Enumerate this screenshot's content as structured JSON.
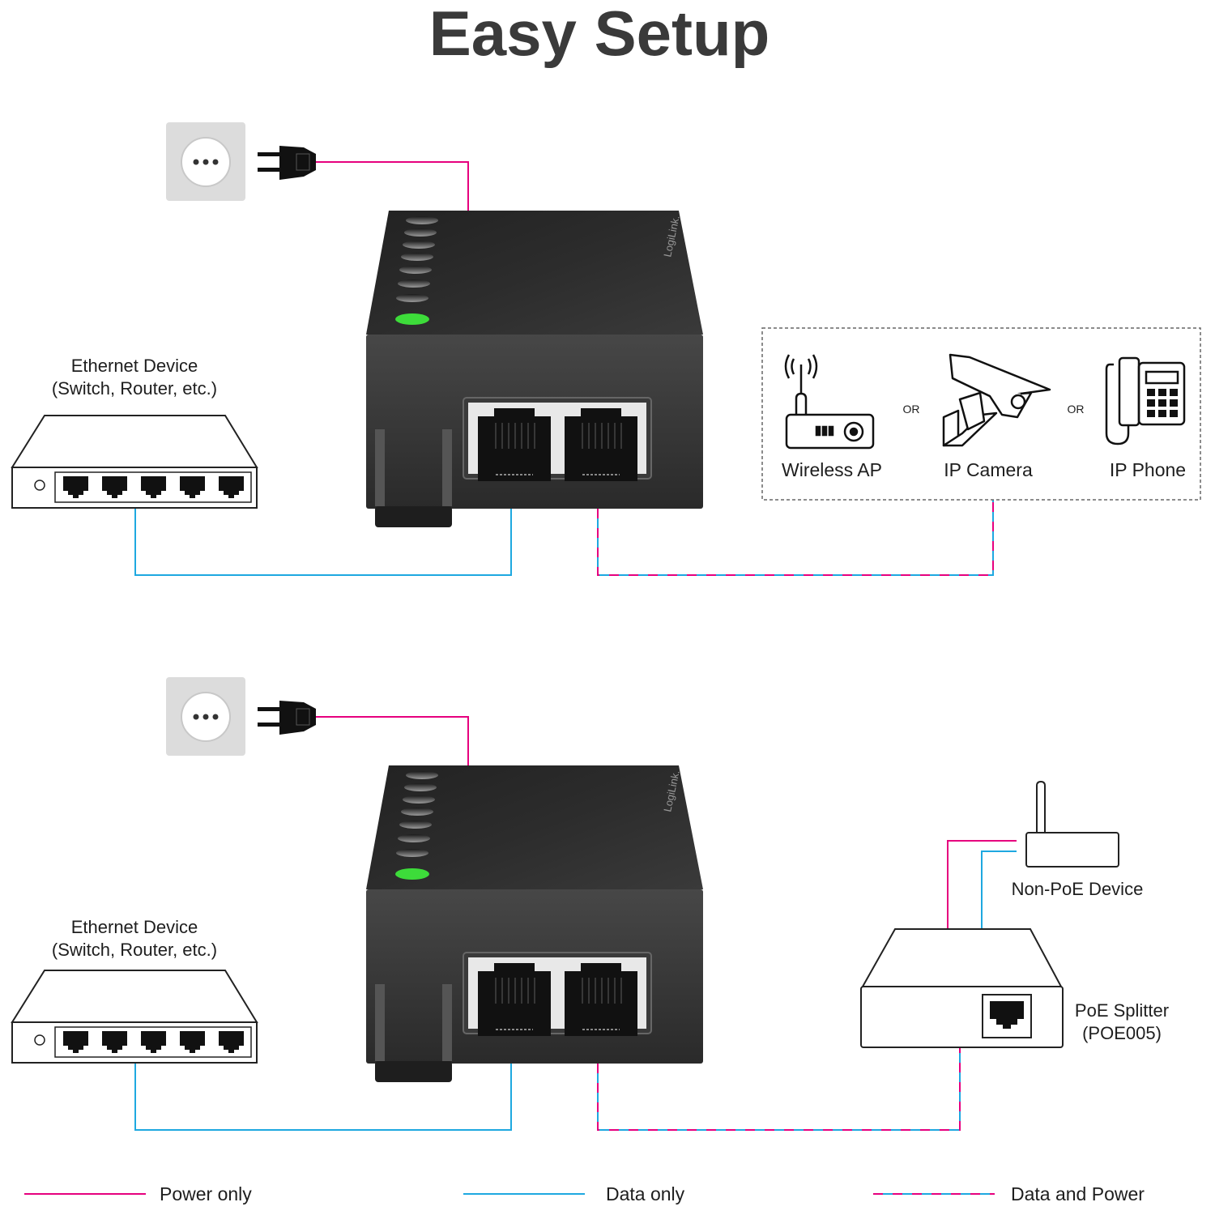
{
  "title": "Easy Setup",
  "colors": {
    "power": "#e6007e",
    "data": "#1ea8e0",
    "device": "#2f2f2f",
    "led_on": "#3ddc3a"
  },
  "scenario_top": {
    "ethernet_device": {
      "line1": "Ethernet Device",
      "line2": "(Switch, Router, etc.)"
    },
    "brand": "LogiLink.",
    "pd_devices": [
      {
        "label": "Wireless AP",
        "icon": "wireless-ap-icon"
      },
      {
        "label": "IP Camera",
        "icon": "ip-camera-icon"
      },
      {
        "label": "IP Phone",
        "icon": "ip-phone-icon"
      }
    ],
    "or_label": "OR"
  },
  "scenario_bottom": {
    "ethernet_device": {
      "line1": "Ethernet Device",
      "line2": "(Switch, Router, etc.)"
    },
    "brand": "LogiLink.",
    "non_poe_device": "Non-PoE Device",
    "splitter": {
      "line1": "PoE Splitter",
      "line2": "(POE005)"
    }
  },
  "legend": [
    {
      "label": "Power only",
      "style": "power"
    },
    {
      "label": "Data only",
      "style": "data"
    },
    {
      "label": "Data and Power",
      "style": "both"
    }
  ]
}
